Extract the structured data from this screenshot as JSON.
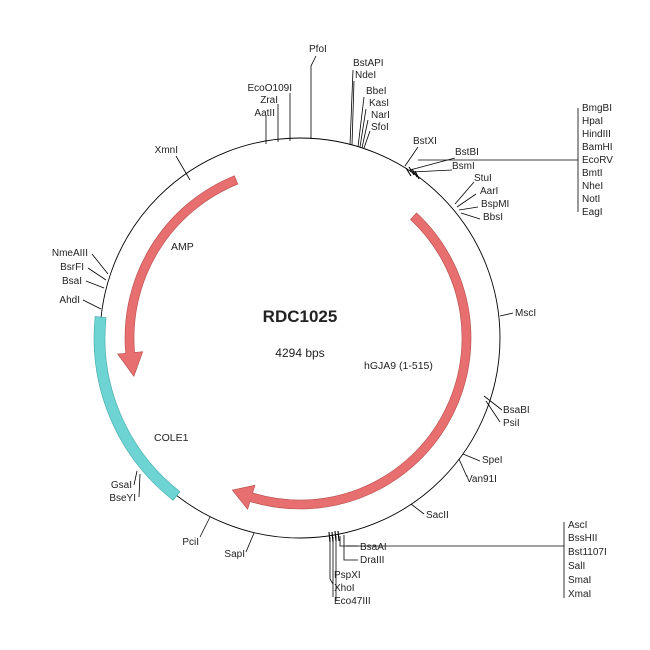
{
  "plasmid": {
    "name": "RDC1025",
    "size_label": "4294 bps"
  },
  "features": [
    {
      "id": "amp",
      "label": "AMP",
      "type": "arrow-ccw",
      "color": "#e76f6f"
    },
    {
      "id": "hgja9",
      "label": "hGJA9 (1-515)",
      "type": "arrow-cw",
      "color": "#e76f6f"
    },
    {
      "id": "cole1",
      "label": "COLE1",
      "type": "block",
      "color": "#6dd3d3"
    }
  ],
  "sites": [
    {
      "id": "pfoi",
      "label": "PfoI"
    },
    {
      "id": "ecoo109i",
      "label": "EcoO109I"
    },
    {
      "id": "zrai",
      "label": "ZraI"
    },
    {
      "id": "aatii",
      "label": "AatII"
    },
    {
      "id": "bstapi",
      "label": "BstAPI"
    },
    {
      "id": "ndei",
      "label": "NdeI"
    },
    {
      "id": "bbei",
      "label": "BbeI"
    },
    {
      "id": "kasi",
      "label": "KasI"
    },
    {
      "id": "nari",
      "label": "NarI"
    },
    {
      "id": "sfoi",
      "label": "SfoI"
    },
    {
      "id": "bstxi",
      "label": "BstXI"
    },
    {
      "id": "bstbi",
      "label": "BstBI"
    },
    {
      "id": "bsmi",
      "label": "BsmI"
    },
    {
      "id": "stui",
      "label": "StuI"
    },
    {
      "id": "aari",
      "label": "AarI"
    },
    {
      "id": "bspmi",
      "label": "BspMI"
    },
    {
      "id": "bbsi",
      "label": "BbsI"
    },
    {
      "id": "mcs1-bmgbi",
      "label": "BmgBI"
    },
    {
      "id": "mcs1-hpai",
      "label": "HpaI"
    },
    {
      "id": "mcs1-hindiii",
      "label": "HindIII"
    },
    {
      "id": "mcs1-bamhi",
      "label": "BamHI"
    },
    {
      "id": "mcs1-ecorv",
      "label": "EcoRV"
    },
    {
      "id": "mcs1-bmti",
      "label": "BmtI"
    },
    {
      "id": "mcs1-nhei",
      "label": "NheI"
    },
    {
      "id": "mcs1-noti",
      "label": "NotI"
    },
    {
      "id": "mcs1-eagi",
      "label": "EagI"
    },
    {
      "id": "xmni",
      "label": "XmnI"
    },
    {
      "id": "nmeaiii",
      "label": "NmeAIII"
    },
    {
      "id": "bsrfi",
      "label": "BsrFI"
    },
    {
      "id": "bsai",
      "label": "BsaI"
    },
    {
      "id": "ahdi",
      "label": "AhdI"
    },
    {
      "id": "msci",
      "label": "MscI"
    },
    {
      "id": "bsabi",
      "label": "BsaBI"
    },
    {
      "id": "psii",
      "label": "PsiI"
    },
    {
      "id": "spei",
      "label": "SpeI"
    },
    {
      "id": "van91i",
      "label": "Van91I"
    },
    {
      "id": "sacii",
      "label": "SacII"
    },
    {
      "id": "gsai",
      "label": "GsaI"
    },
    {
      "id": "bseyi",
      "label": "BseYI"
    },
    {
      "id": "pcii",
      "label": "PciI"
    },
    {
      "id": "sapi",
      "label": "SapI"
    },
    {
      "id": "pspxi",
      "label": "PspXI"
    },
    {
      "id": "xhoi",
      "label": "XhoI"
    },
    {
      "id": "eco47iii",
      "label": "Eco47III"
    },
    {
      "id": "bsaai",
      "label": "BsaAI"
    },
    {
      "id": "draiii",
      "label": "DraIII"
    },
    {
      "id": "mcs2-asci",
      "label": "AscI"
    },
    {
      "id": "mcs2-bsshii",
      "label": "BssHII"
    },
    {
      "id": "mcs2-bst1107i",
      "label": "Bst1107I"
    },
    {
      "id": "mcs2-sali",
      "label": "SalI"
    },
    {
      "id": "mcs2-smai",
      "label": "SmaI"
    },
    {
      "id": "mcs2-xmai",
      "label": "XmaI"
    }
  ]
}
